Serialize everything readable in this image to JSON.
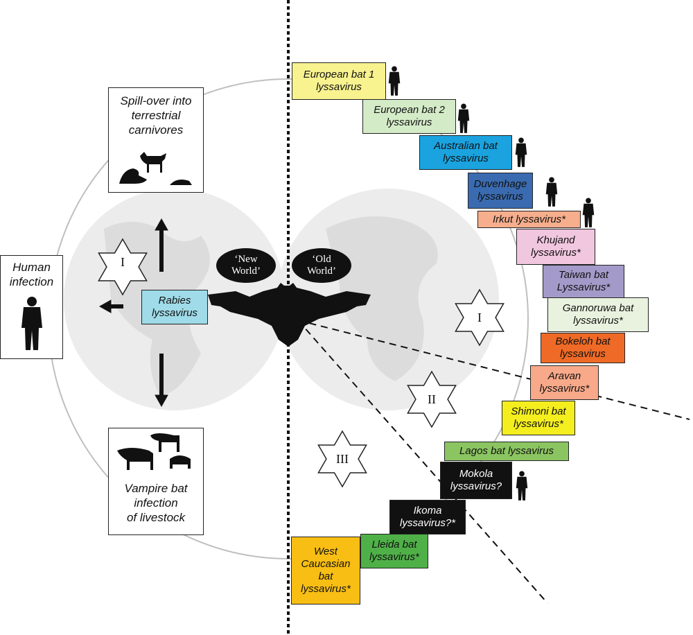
{
  "lyssaviruses": [
    {
      "name": "European bat 1\nlyssavirus",
      "color": "#f8f28f",
      "human": true
    },
    {
      "name": "European bat 2\nlyssavirus",
      "color": "#d4ebc8",
      "human": true
    },
    {
      "name": "Australian bat\nlyssavirus",
      "color": "#1aa3df",
      "human": true
    },
    {
      "name": "Duvenhage\nlyssavirus",
      "color": "#3a6bb0",
      "human": true
    },
    {
      "name": "Irkut lyssavirus*",
      "color": "#f6ae8c",
      "human": true
    },
    {
      "name": "Khujand\nlyssavirus*",
      "color": "#f1c6df",
      "human": false
    },
    {
      "name": "Taiwan bat\nLyssavirus*",
      "color": "#a49ac9",
      "human": false
    },
    {
      "name": "Gannoruwa bat\nlyssavirus*",
      "color": "#e9f2df",
      "human": false
    },
    {
      "name": "Bokeloh bat\nlyssavirus",
      "color": "#ef6a26",
      "human": false
    },
    {
      "name": "Aravan\nlyssavirus*",
      "color": "#f7a98a",
      "human": false
    },
    {
      "name": "Shimoni bat\nlyssavirus*",
      "color": "#f4ee1f",
      "human": false
    },
    {
      "name": "Lagos bat lyssavirus",
      "color": "#8bc561",
      "human": false
    },
    {
      "name": "Mokola\nlyssavirus?",
      "color": "#111111",
      "human": true
    },
    {
      "name": "Ikoma\nlyssavirus?*",
      "color": "#111111",
      "human": false
    },
    {
      "name": "Lleida bat\nlyssavirus*",
      "color": "#4fb048",
      "human": false
    },
    {
      "name": "West\nCaucasian\nbat\nlyssavirus*",
      "color": "#f8be14",
      "human": false
    }
  ],
  "rabies": {
    "name": "Rabies\nlyssavirus",
    "color": "#9fdbe8"
  },
  "boxes": {
    "spillover": "Spill-over into\nterrestrial\ncarnivores",
    "human": "Human\ninfection",
    "vampire": "Vampire bat\ninfection\nof livestock"
  },
  "worlds": {
    "new": "‘New\nWorld’",
    "old": "‘Old\nWorld’"
  },
  "phylogroups": {
    "I": "I",
    "II": "II",
    "III": "III"
  }
}
